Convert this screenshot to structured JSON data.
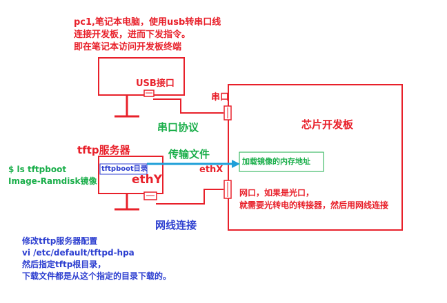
{
  "intro_lines": [
    "pc1,笔记本电脑，使用usb转串口线",
    "连接开发板，进而下发指令。",
    "即在笔记本访问开发板终端"
  ],
  "usb_port_label": "USB接口",
  "serial_port_label": "串口",
  "serial_protocol_label": "串口协议",
  "dev_board_label": "芯片开发板",
  "tftp_server_label": "tftp服务器",
  "transfer_label": "传输文件",
  "tftpboot_dir_label": "tftpboot目录",
  "ethx_label": "ethX",
  "ethy_label": "ethY",
  "load_address_label": "加载镜像的内存地址",
  "ls_cmd_lines": [
    "$ ls tftpboot",
    "Image-Ramdisk镜像"
  ],
  "network_port_lines": [
    "网口，如果是光口，",
    "就需要光转电的转接器，然后用网线连接"
  ],
  "cable_label": "网线连接",
  "config_lines": [
    "修改tftp服务器配置",
    "vi /etc/default/tftpd-hpa",
    "然后指定tftp根目录，",
    "下载文件都是从这个指定的目录下载的。"
  ],
  "colors": {
    "red": "#e8202a",
    "green": "#1aae4a",
    "blue": "#2d3fd0",
    "cyan": "#1e9fd8"
  }
}
